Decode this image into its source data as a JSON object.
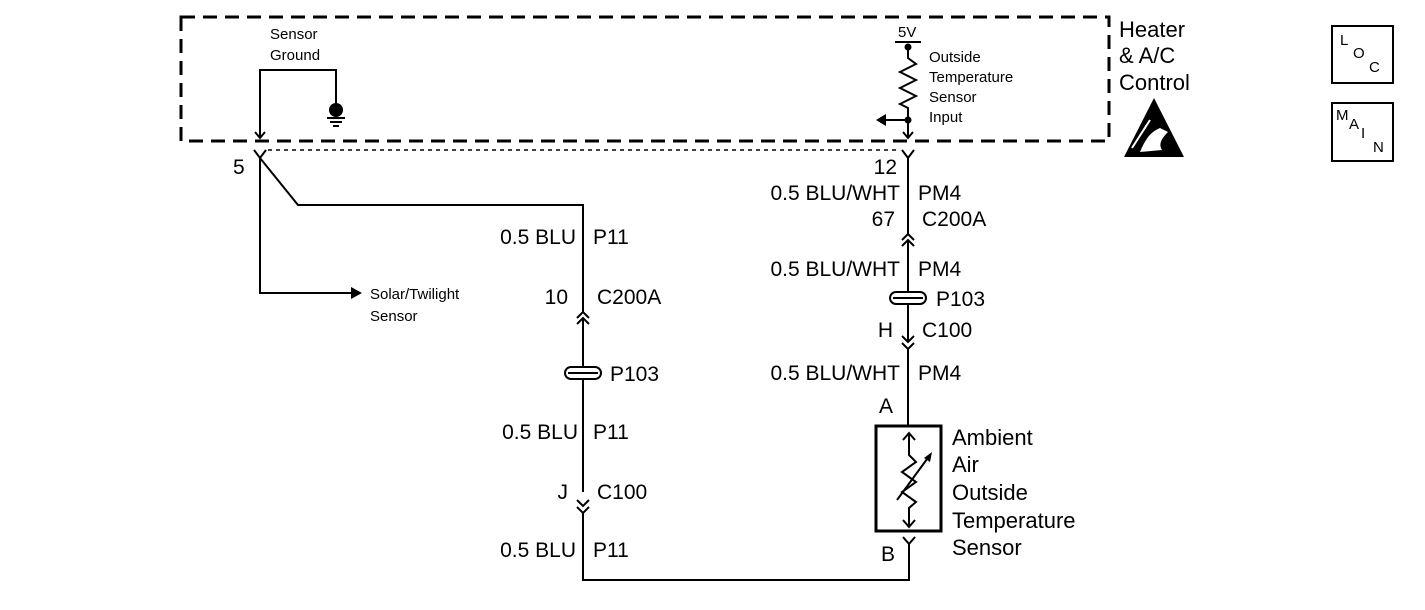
{
  "module": {
    "name_lines": [
      "Heater",
      "& A/C",
      "Control"
    ],
    "sensor_ground_lines": [
      "Sensor",
      "Ground"
    ],
    "supply_label": "5V",
    "input_lines": [
      "Outside",
      "Temperature",
      "Sensor",
      "Input"
    ]
  },
  "left_circuit": {
    "module_pin": "5",
    "solar_lines": [
      "Solar/Twilight",
      "Sensor"
    ],
    "wire1_color": "0.5 BLU",
    "wire1_circuit": "P11",
    "c200a_pin": "10",
    "c200a_label": "C200A",
    "splice": "P103",
    "wire2_color": "0.5 BLU",
    "wire2_circuit": "P11",
    "c100_pin": "J",
    "c100_label": "C100",
    "wire3_color": "0.5 BLU",
    "wire3_circuit": "P11"
  },
  "right_circuit": {
    "module_pin": "12",
    "wire1_color": "0.5 BLU/WHT",
    "wire1_circuit": "PM4",
    "c200a_pin": "67",
    "c200a_label": "C200A",
    "wire2_color": "0.5 BLU/WHT",
    "wire2_circuit": "PM4",
    "splice": "P103",
    "c100_pin": "H",
    "c100_label": "C100",
    "wire3_color": "0.5 BLU/WHT",
    "wire3_circuit": "PM4",
    "sensor_pin_a": "A",
    "sensor_pin_b": "B",
    "sensor_lines": [
      "Ambient",
      "Air",
      "Outside",
      "Temperature",
      "Sensor"
    ]
  },
  "buttons": {
    "loc": [
      "L",
      "O",
      "C"
    ],
    "main": [
      "M",
      "A",
      "I",
      "N"
    ]
  }
}
